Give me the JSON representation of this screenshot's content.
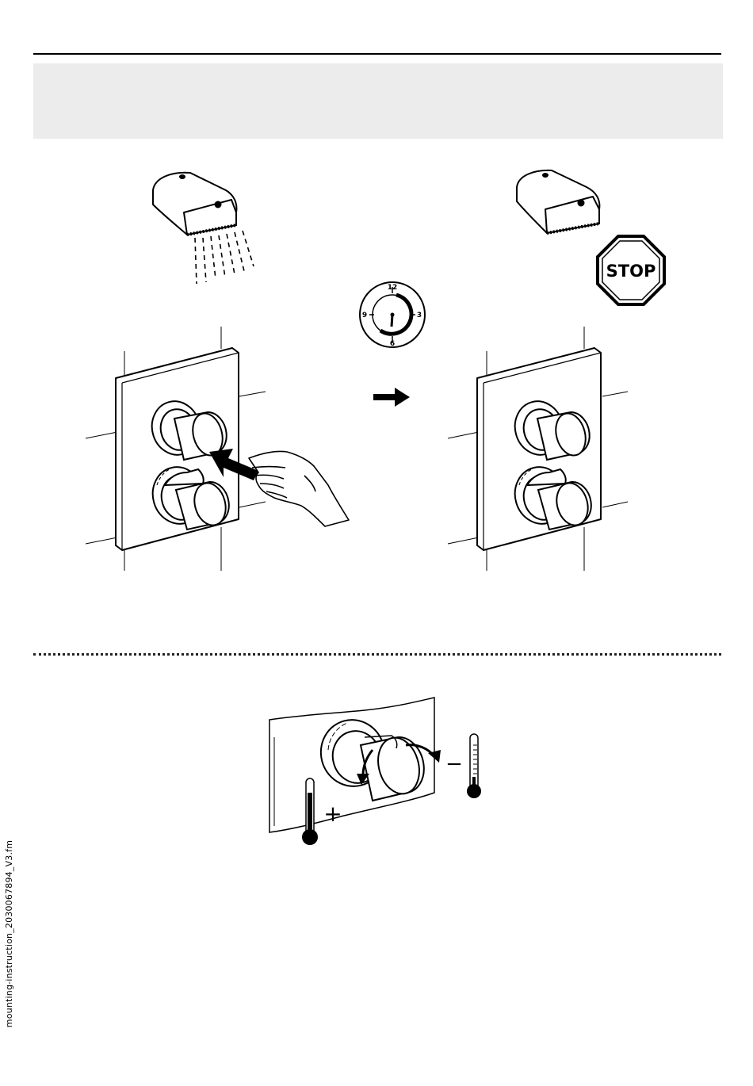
{
  "page": {
    "side_label": "mounting-instruction_2030067894_V3.fm"
  },
  "timer": {
    "twelve": "12",
    "three": "3",
    "six": "6",
    "nine": "9"
  },
  "stop_sign": {
    "text": "STOP"
  },
  "temperature": {
    "plus": "+",
    "minus": "−"
  },
  "icons": [
    "shower-head-icon",
    "stop-sign-icon",
    "timer-clock-icon",
    "arrow-right-icon",
    "hand-icon",
    "thermometer-icon"
  ]
}
